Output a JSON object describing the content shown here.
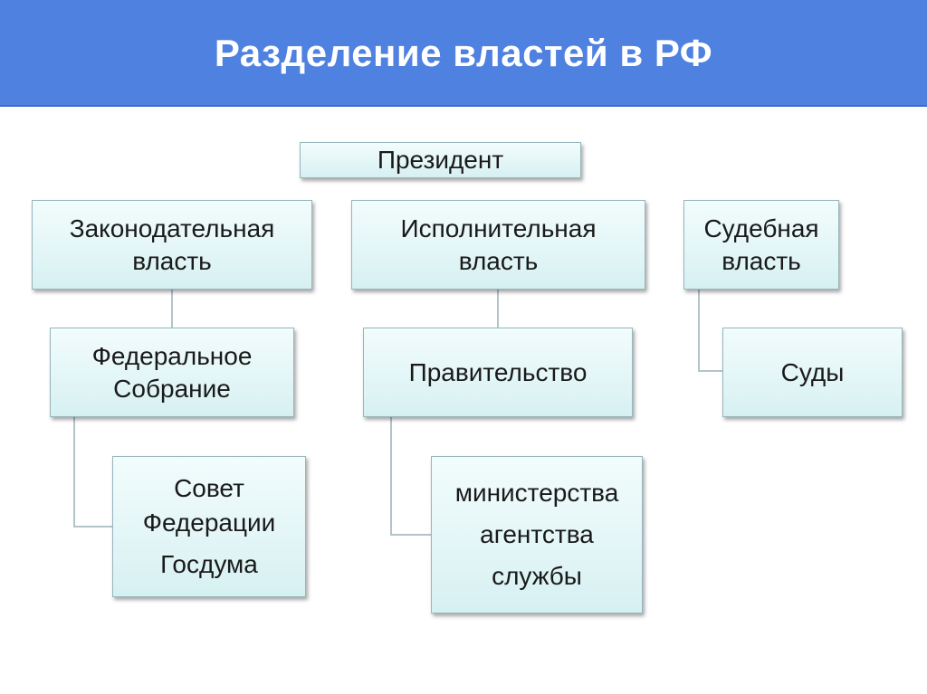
{
  "slide": {
    "title": "Разделение властей в РФ",
    "header_color": "#4f81e0"
  },
  "diagram": {
    "president": "Президент",
    "legislative": {
      "line1": "Законодательная",
      "line2": "власть",
      "federal_assembly": {
        "line1": "Федеральное",
        "line2": "Собрание"
      },
      "chambers": {
        "line1": "Совет",
        "line2": "Федерации",
        "line3": "Госдума"
      }
    },
    "executive": {
      "line1": "Исполнительная",
      "line2": "власть",
      "government": "Правительство",
      "bodies": {
        "line1": "министерства",
        "line2": "агентства",
        "line3": "службы"
      }
    },
    "judicial": {
      "line1": "Судебная",
      "line2": "власть",
      "courts": "Суды"
    }
  }
}
